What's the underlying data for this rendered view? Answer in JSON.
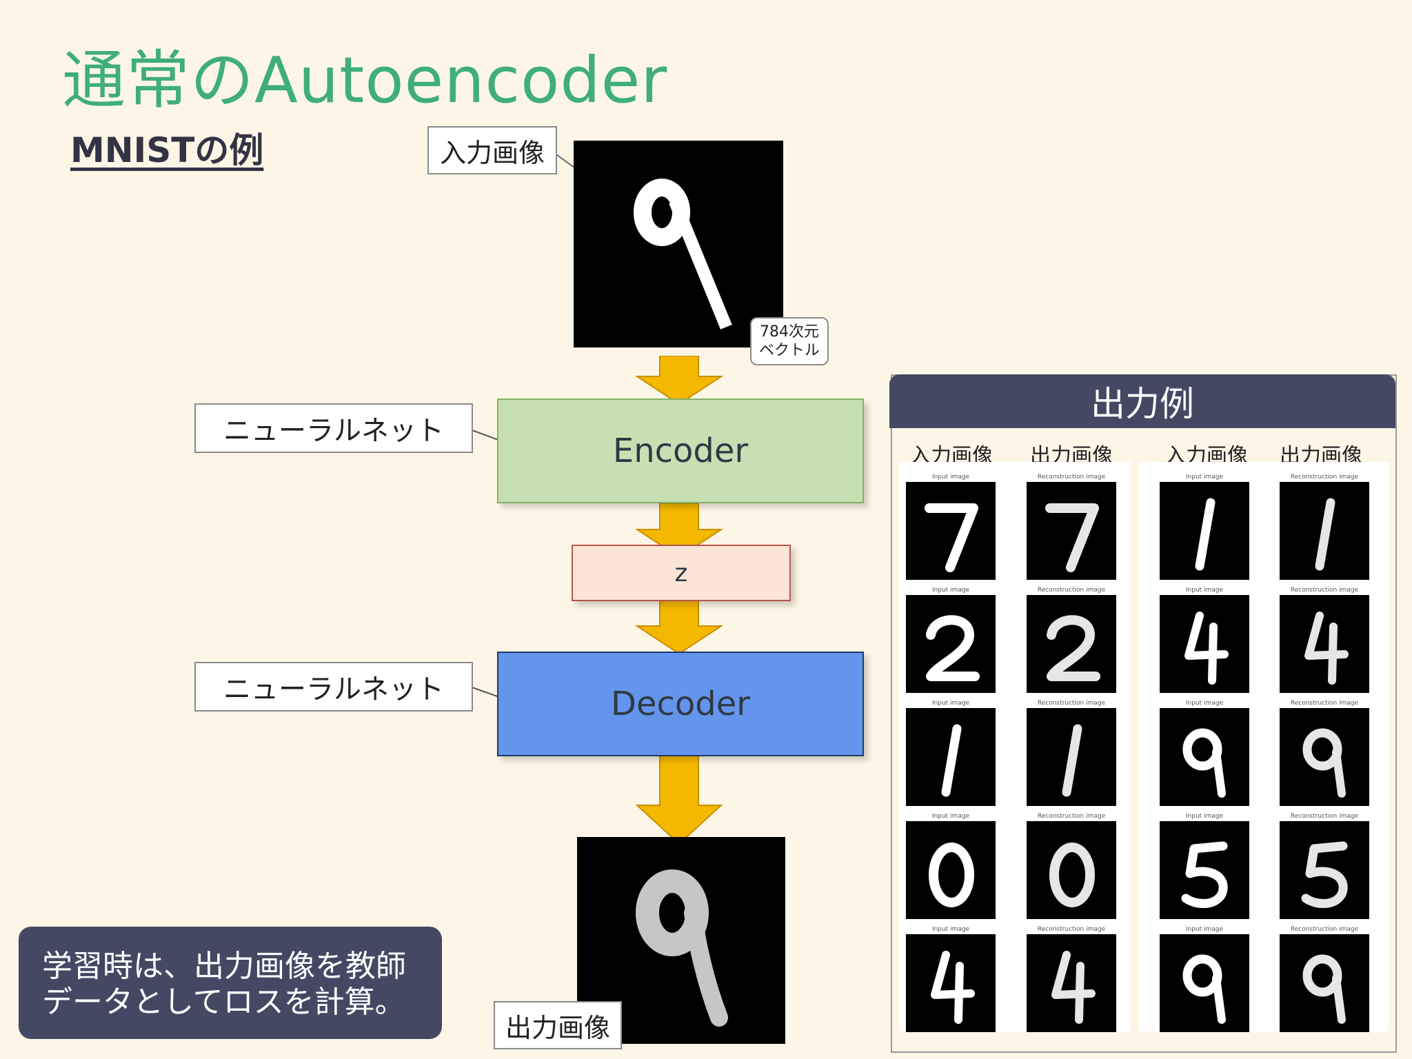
{
  "title": "通常のAutoencoder",
  "subtitle": "MNISTの例",
  "diagram": {
    "input_label": "入力画像",
    "vector_note_line1": "784次元",
    "vector_note_line2": "ベクトル",
    "nn_label_encoder": "ニューラルネット",
    "nn_label_decoder": "ニューラルネット",
    "encoder": "Encoder",
    "latent": "z",
    "decoder": "Decoder",
    "output_label": "出力画像",
    "input_digit": "9",
    "output_digit": "9"
  },
  "colors": {
    "title": "#3fae7a",
    "encoder_fill": "#c6e0b4",
    "encoder_border": "#82b366",
    "latent_fill": "#fbe5d6",
    "latent_border": "#b85450",
    "decoder_fill": "#6495ed",
    "decoder_border": "#1f3a66",
    "arrow": "#f5b800",
    "panel_header": "#454863"
  },
  "note": {
    "line1": "学習時は、出力画像を教師",
    "line2": "データとしてロスを計算。"
  },
  "examples": {
    "header": "出力例",
    "col_input": "入力画像",
    "col_output": "出力画像",
    "input_caption": "Input image",
    "recon_caption": "Reconstruction image",
    "left_digits": [
      "7",
      "2",
      "1",
      "0",
      "4"
    ],
    "right_digits": [
      "1",
      "4",
      "9",
      "5",
      "9"
    ]
  }
}
